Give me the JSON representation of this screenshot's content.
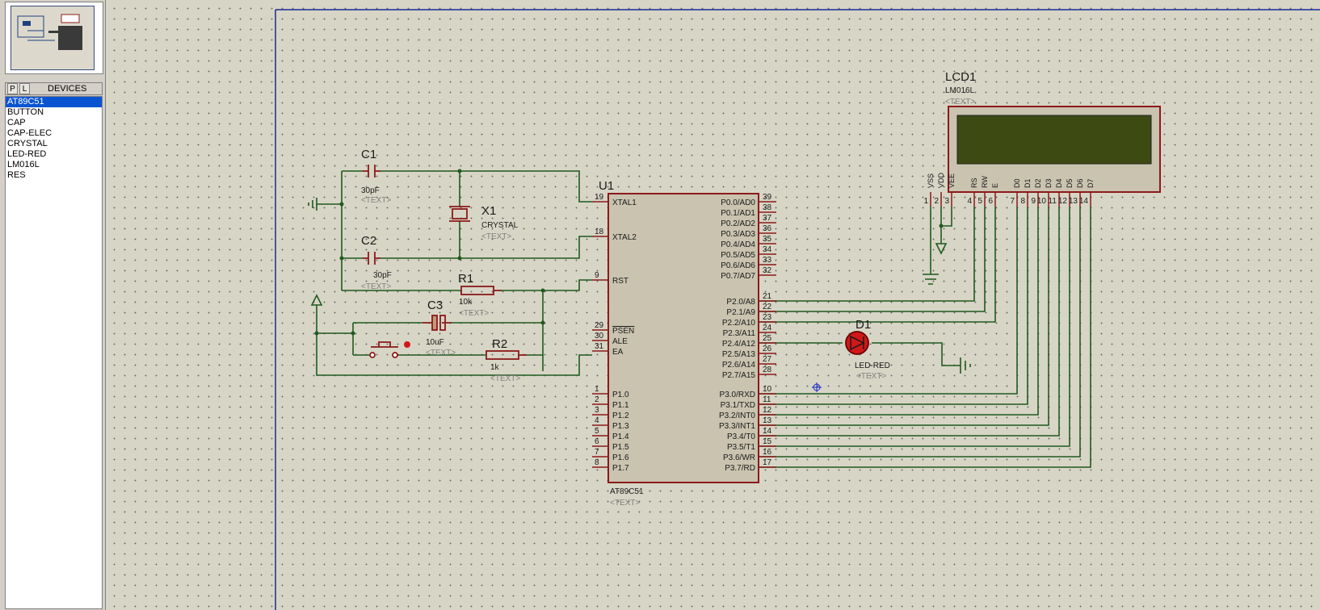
{
  "sidebar": {
    "tab_p": "P",
    "tab_l": "L",
    "devices_title": "DEVICES",
    "devices": [
      "AT89C51",
      "BUTTON",
      "CAP",
      "CAP-ELEC",
      "CRYSTAL",
      "LED-RED",
      "LM016L",
      "RES"
    ],
    "selected_device": "AT89C51"
  },
  "schematic": {
    "text_placeholder": "<TEXT>",
    "c1": {
      "ref": "C1",
      "value": "30pF"
    },
    "c2": {
      "ref": "C2",
      "value": "30pF"
    },
    "c3": {
      "ref": "C3",
      "value": "10uF"
    },
    "x1": {
      "ref": "X1",
      "value": "CRYSTAL"
    },
    "r1": {
      "ref": "R1",
      "value": "10k"
    },
    "r2": {
      "ref": "R2",
      "value": "1k"
    },
    "d1": {
      "ref": "D1",
      "value": "LED-RED"
    },
    "u1": {
      "ref": "U1",
      "part": "AT89C51",
      "left_pins": [
        {
          "num": "19",
          "name": "XTAL1"
        },
        {
          "num": "18",
          "name": "XTAL2"
        },
        {
          "num": "9",
          "name": "RST"
        },
        {
          "num": "29",
          "name": "PSEN"
        },
        {
          "num": "30",
          "name": "ALE"
        },
        {
          "num": "31",
          "name": "EA"
        },
        {
          "num": "1",
          "name": "P1.0"
        },
        {
          "num": "2",
          "name": "P1.1"
        },
        {
          "num": "3",
          "name": "P1.2"
        },
        {
          "num": "4",
          "name": "P1.3"
        },
        {
          "num": "5",
          "name": "P1.4"
        },
        {
          "num": "6",
          "name": "P1.5"
        },
        {
          "num": "7",
          "name": "P1.6"
        },
        {
          "num": "8",
          "name": "P1.7"
        }
      ],
      "right_pins": [
        {
          "num": "39",
          "name": "P0.0/AD0"
        },
        {
          "num": "38",
          "name": "P0.1/AD1"
        },
        {
          "num": "37",
          "name": "P0.2/AD2"
        },
        {
          "num": "36",
          "name": "P0.3/AD3"
        },
        {
          "num": "35",
          "name": "P0.4/AD4"
        },
        {
          "num": "34",
          "name": "P0.5/AD5"
        },
        {
          "num": "33",
          "name": "P0.6/AD6"
        },
        {
          "num": "32",
          "name": "P0.7/AD7"
        },
        {
          "num": "21",
          "name": "P2.0/A8"
        },
        {
          "num": "22",
          "name": "P2.1/A9"
        },
        {
          "num": "23",
          "name": "P2.2/A10"
        },
        {
          "num": "24",
          "name": "P2.3/A11"
        },
        {
          "num": "25",
          "name": "P2.4/A12"
        },
        {
          "num": "26",
          "name": "P2.5/A13"
        },
        {
          "num": "27",
          "name": "P2.6/A14"
        },
        {
          "num": "28",
          "name": "P2.7/A15"
        },
        {
          "num": "10",
          "name": "P3.0/RXD"
        },
        {
          "num": "11",
          "name": "P3.1/TXD"
        },
        {
          "num": "12",
          "name": "P3.2/INT0"
        },
        {
          "num": "13",
          "name": "P3.3/INT1"
        },
        {
          "num": "14",
          "name": "P3.4/T0"
        },
        {
          "num": "15",
          "name": "P3.5/T1"
        },
        {
          "num": "16",
          "name": "P3.6/WR"
        },
        {
          "num": "17",
          "name": "P3.7/RD"
        }
      ]
    },
    "lcd": {
      "ref": "LCD1",
      "part": "LM016L",
      "pins": [
        {
          "num": "1",
          "name": "VSS"
        },
        {
          "num": "2",
          "name": "VDD"
        },
        {
          "num": "3",
          "name": "VEE"
        },
        {
          "num": "4",
          "name": "RS"
        },
        {
          "num": "5",
          "name": "RW"
        },
        {
          "num": "6",
          "name": "E"
        },
        {
          "num": "7",
          "name": "D0"
        },
        {
          "num": "8",
          "name": "D1"
        },
        {
          "num": "9",
          "name": "D2"
        },
        {
          "num": "10",
          "name": "D3"
        },
        {
          "num": "11",
          "name": "D4"
        },
        {
          "num": "12",
          "name": "D5"
        },
        {
          "num": "13",
          "name": "D6"
        },
        {
          "num": "14",
          "name": "D7"
        }
      ]
    }
  },
  "colors": {
    "wire": "#1f5a1f",
    "component": "#8b1a1a",
    "chip_fill": "#c9c3b0",
    "lcd_screen": "#3d4a12",
    "sheet_border": "#1a2a9a",
    "selection": "#0a54d2"
  }
}
